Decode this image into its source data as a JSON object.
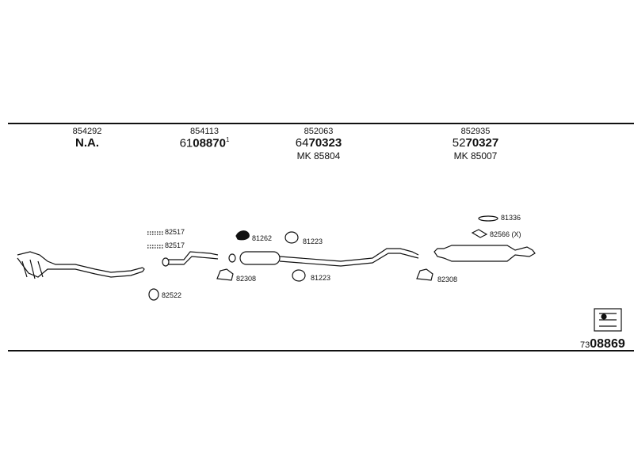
{
  "columns": [
    {
      "ref": "854292",
      "name": "N.A.",
      "name_prefix": "",
      "name_sup": "",
      "mk": ""
    },
    {
      "ref": "854113",
      "name_prefix": "61",
      "name": "08870",
      "name_sup": "1",
      "mk": ""
    },
    {
      "ref": "852063",
      "name_prefix": "64",
      "name": "70323",
      "name_sup": "",
      "mk": "MK 85804"
    },
    {
      "ref": "852935",
      "name_prefix": "52",
      "name": "70327",
      "name_sup": "",
      "mk": "MK 85007"
    }
  ],
  "parts": {
    "p82517a": "82517",
    "p82517b": "82517",
    "p82522": "82522",
    "p81262": "81262",
    "p81223a": "81223",
    "p81223b": "81223",
    "p82308a": "82308",
    "p82308b": "82308",
    "p81336": "81336",
    "p82566": "82566 (X)"
  },
  "footer": {
    "prefix": "73",
    "code": "08869"
  },
  "colors": {
    "line": "#111111",
    "background": "#ffffff"
  }
}
